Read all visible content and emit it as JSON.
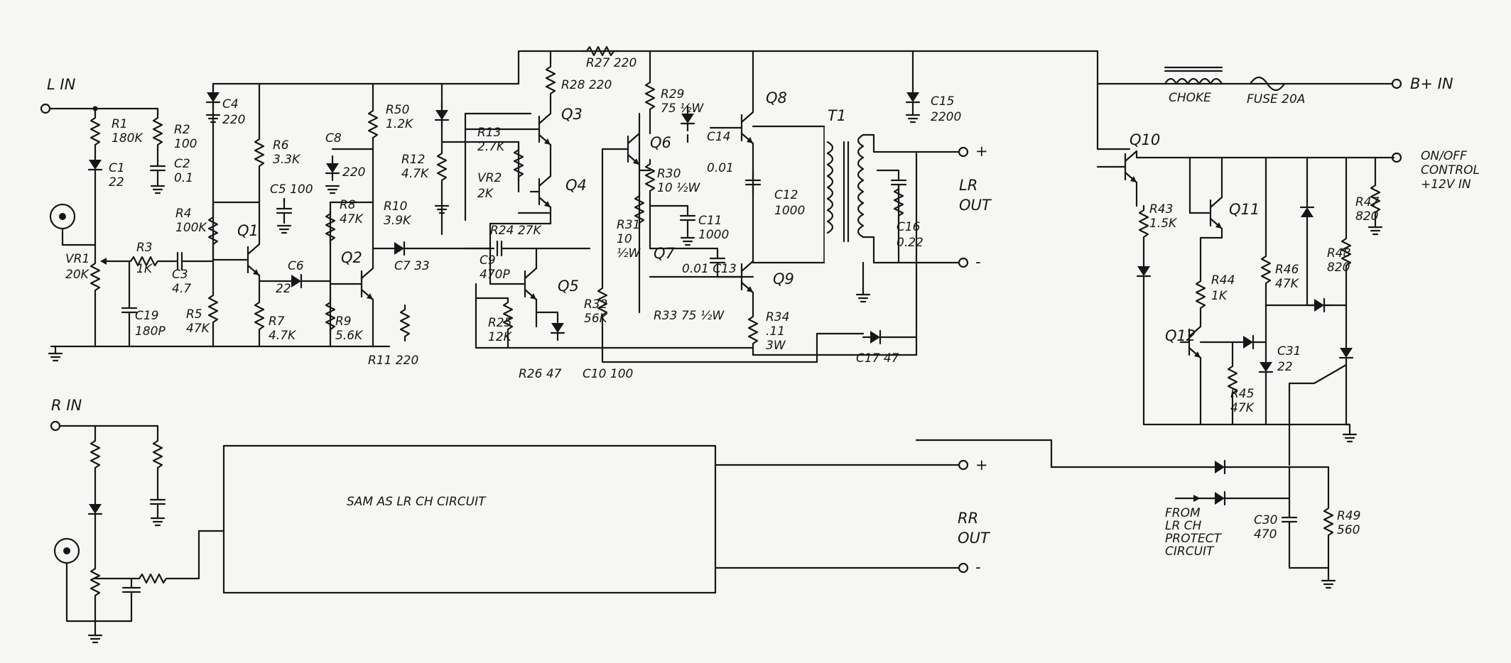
{
  "inputs": {
    "left": "L  IN",
    "right": "R  IN",
    "bplus": "B+ IN",
    "onoff": [
      "ON/OFF",
      "CONTROL",
      "+12V IN"
    ]
  },
  "outputs": {
    "lr": [
      "LR",
      "OUT"
    ],
    "rr": [
      "RR",
      "OUT"
    ],
    "plus": "+",
    "minus": "-"
  },
  "power": {
    "choke": "CHOKE",
    "fuse": "FUSE 20A",
    "transformer": "T1"
  },
  "block": {
    "label": "SAM AS LR CH CIRCUIT"
  },
  "protect_note": [
    "FROM",
    "LR CH",
    "PROTECT",
    "CIRCUIT"
  ],
  "components": {
    "R1": [
      "R1",
      "180K"
    ],
    "R2": [
      "R2",
      "100"
    ],
    "C1": [
      "C1",
      "22"
    ],
    "C2": [
      "C2",
      "0.1"
    ],
    "C4": [
      "C4",
      "220"
    ],
    "R6": [
      "R6",
      "3.3K"
    ],
    "C5": [
      "C5 100"
    ],
    "C8": [
      "C8",
      "220"
    ],
    "R50": [
      "R50",
      "1.2K"
    ],
    "R12": [
      "R12",
      "4.7K"
    ],
    "R27": [
      "R27 220"
    ],
    "R28": [
      "R28 220"
    ],
    "Q3": [
      "Q3"
    ],
    "R13": [
      "R13",
      "2.7K"
    ],
    "VR2": [
      "VR2",
      "2K"
    ],
    "Q4": [
      "Q4"
    ],
    "R29": [
      "R29",
      "75 ½W"
    ],
    "Q6": [
      "Q6"
    ],
    "C14": [
      "C14",
      "0.01"
    ],
    "Q8": [
      "Q8"
    ],
    "C15": [
      "C15",
      "2200"
    ],
    "R4": [
      "R4",
      "100K"
    ],
    "Q1": [
      "Q1"
    ],
    "R8": [
      "R8",
      "47K"
    ],
    "R10": [
      "R10",
      "3.9K"
    ],
    "Q2": [
      "Q2"
    ],
    "R30": [
      "R30",
      "10 ½W"
    ],
    "C11": [
      "C11",
      "1000"
    ],
    "C12": [
      "C12",
      "1000"
    ],
    "C16": [
      "C16",
      "0.22"
    ],
    "VR1": [
      "VR1",
      "20K"
    ],
    "R3": [
      "R3",
      "1K"
    ],
    "C3": [
      "C3",
      "4.7"
    ],
    "C6": [
      "C6",
      "22"
    ],
    "C7": [
      "C7 33"
    ],
    "R24": [
      "R24 27K"
    ],
    "C9": [
      "C9",
      "470P"
    ],
    "Q5": [
      "Q5"
    ],
    "R31": [
      "R31",
      "10",
      "½W"
    ],
    "Q7": [
      "Q7"
    ],
    "C13": [
      "0.01  C13"
    ],
    "Q9": [
      "Q9"
    ],
    "C19": [
      "C19",
      "180P"
    ],
    "R5": [
      "R5",
      "47K"
    ],
    "R7": [
      "R7",
      "4.7K"
    ],
    "R9": [
      "R9",
      "5.6K"
    ],
    "R25": [
      "R25",
      "12K"
    ],
    "R32": [
      "R32",
      "56K"
    ],
    "R33": [
      "R33 75 ½W"
    ],
    "R34": [
      "R34",
      ".11",
      "3W"
    ],
    "R11": [
      "R11 220"
    ],
    "R26": [
      "R26 47"
    ],
    "C10": [
      "C10 100"
    ],
    "C17": [
      "C17  47"
    ],
    "Q10": [
      "Q10"
    ],
    "R43": [
      "R43",
      "1.5K"
    ],
    "Q11": [
      "Q11"
    ],
    "R47": [
      "R47",
      "820"
    ],
    "R44": [
      "R44",
      "1K"
    ],
    "R46": [
      "R46",
      "47K"
    ],
    "R48": [
      "R48",
      "820"
    ],
    "Q12": [
      "Q12"
    ],
    "C31": [
      "C31",
      "22"
    ],
    "R45": [
      "R45",
      "47K"
    ],
    "C30": [
      "C30",
      "470"
    ],
    "R49": [
      "R49",
      "560"
    ]
  }
}
